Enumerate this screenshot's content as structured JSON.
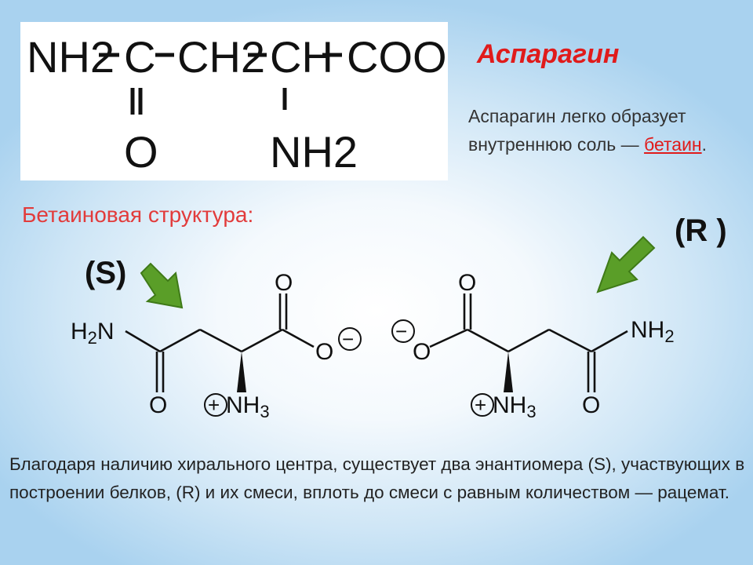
{
  "formula": {
    "nh2": "NH2",
    "c": "C",
    "ch2": "CH2",
    "ch": "CH",
    "cooh": "COOH",
    "o": "O",
    "nh2_bottom": "NH2"
  },
  "title": "Аспарагин",
  "description": {
    "text": "Аспарагин легко образует внутреннюю соль — ",
    "link": "бетаин",
    "end": "."
  },
  "subtitle": "Бетаиновая структура:",
  "labels": {
    "s": "(S)",
    "r": "(R )"
  },
  "molecule_s": {
    "h2n": "H",
    "h2n_sub": "2",
    "h2n_n": "N",
    "o_top": "O",
    "o_minus": "O",
    "o_bottom": "O",
    "nh3": "NH",
    "nh3_sub": "3",
    "minus": "−",
    "plus": "+"
  },
  "molecule_r": {
    "nh2": "NH",
    "nh2_sub": "2",
    "o_top": "O",
    "o_minus": "O",
    "o_bottom": "O",
    "nh3": "NH",
    "nh3_sub": "3",
    "minus": "−",
    "plus": "+"
  },
  "colors": {
    "accent": "#e01b1b",
    "arrow": "#4a8f1e"
  },
  "bottom_text": "Благодаря наличию хирального центра, существует два энантиомера (S), участвующих в построении белков, (R) и их смеси, вплоть до смеси с равным количеством — рацемат."
}
